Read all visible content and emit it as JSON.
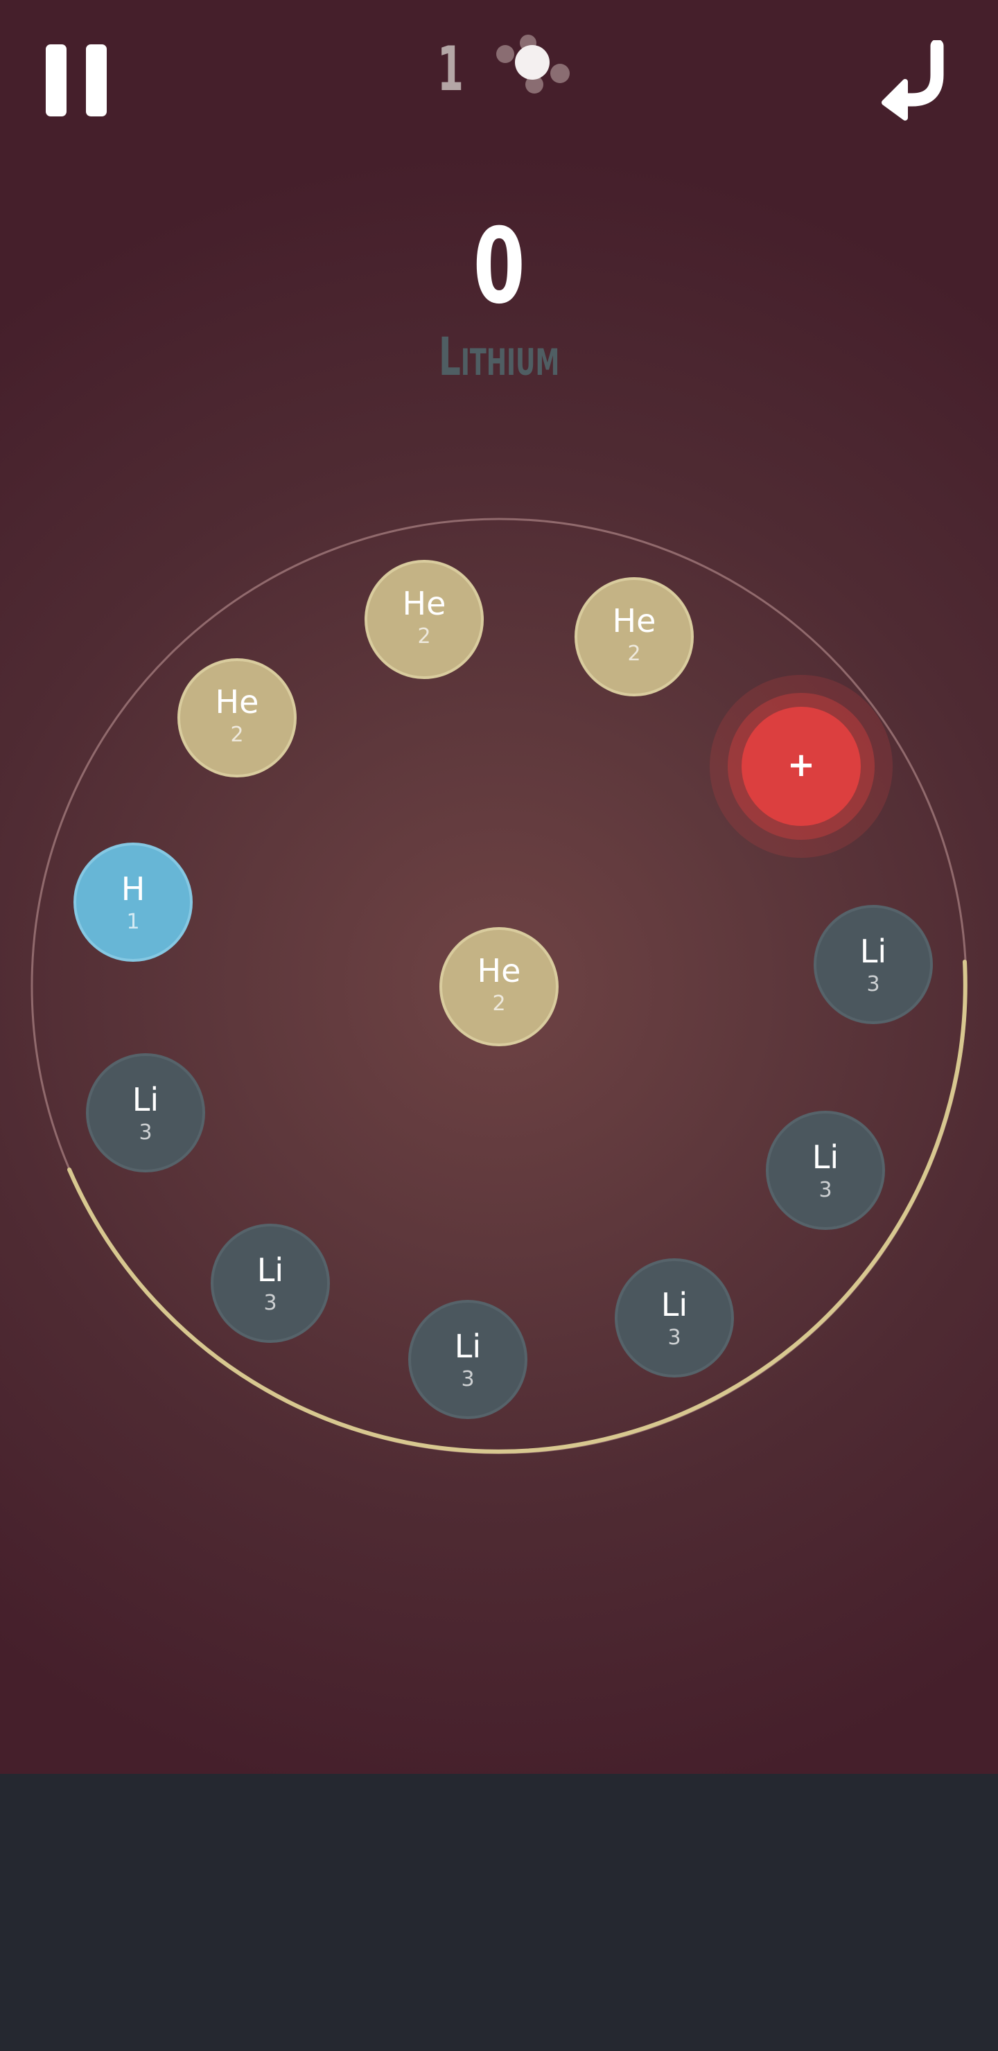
{
  "header": {
    "counter": "1",
    "pause_icon": "pause-icon",
    "undo_icon": "undo-arrow-icon",
    "atom_icon": "atom-icon"
  },
  "score": "0",
  "target_element": "Lithium",
  "center_atom": {
    "symbol": "He",
    "number": "2"
  },
  "plus_atom": {
    "symbol": "+"
  },
  "ring_atoms": [
    {
      "symbol": "He",
      "number": "2"
    },
    {
      "symbol": "He",
      "number": "2"
    },
    {
      "symbol": "He",
      "number": "2"
    },
    {
      "symbol": "H",
      "number": "1"
    },
    {
      "symbol": "Li",
      "number": "3"
    },
    {
      "symbol": "Li",
      "number": "3"
    },
    {
      "symbol": "Li",
      "number": "3"
    },
    {
      "symbol": "Li",
      "number": "3"
    },
    {
      "symbol": "Li",
      "number": "3"
    },
    {
      "symbol": "Li",
      "number": "3"
    }
  ],
  "colors": {
    "background": "#4a2530",
    "helium": "#c4b385",
    "lithium": "#4b575e",
    "hydrogen": "#67b6d6",
    "plus": "#dc3f3f",
    "ring_progress": "#d8c890",
    "bottom_bar": "#252830"
  }
}
